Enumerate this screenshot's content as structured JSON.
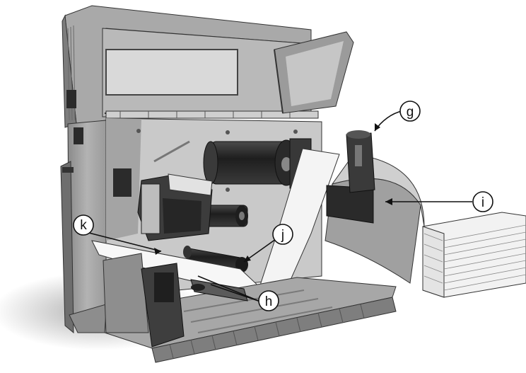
{
  "callouts": {
    "g": {
      "label": "g"
    },
    "h": {
      "label": "h"
    },
    "i": {
      "label": "i"
    },
    "j": {
      "label": "j"
    },
    "k": {
      "label": "k"
    }
  },
  "colors": {
    "body": "#9c9c9c",
    "body_light": "#c4c4c4",
    "body_dark": "#5e5e5e",
    "roller": "#2c2c2c",
    "paper": "#f4f4f4",
    "shadow": "#b8b8b8",
    "line": "#111111"
  }
}
